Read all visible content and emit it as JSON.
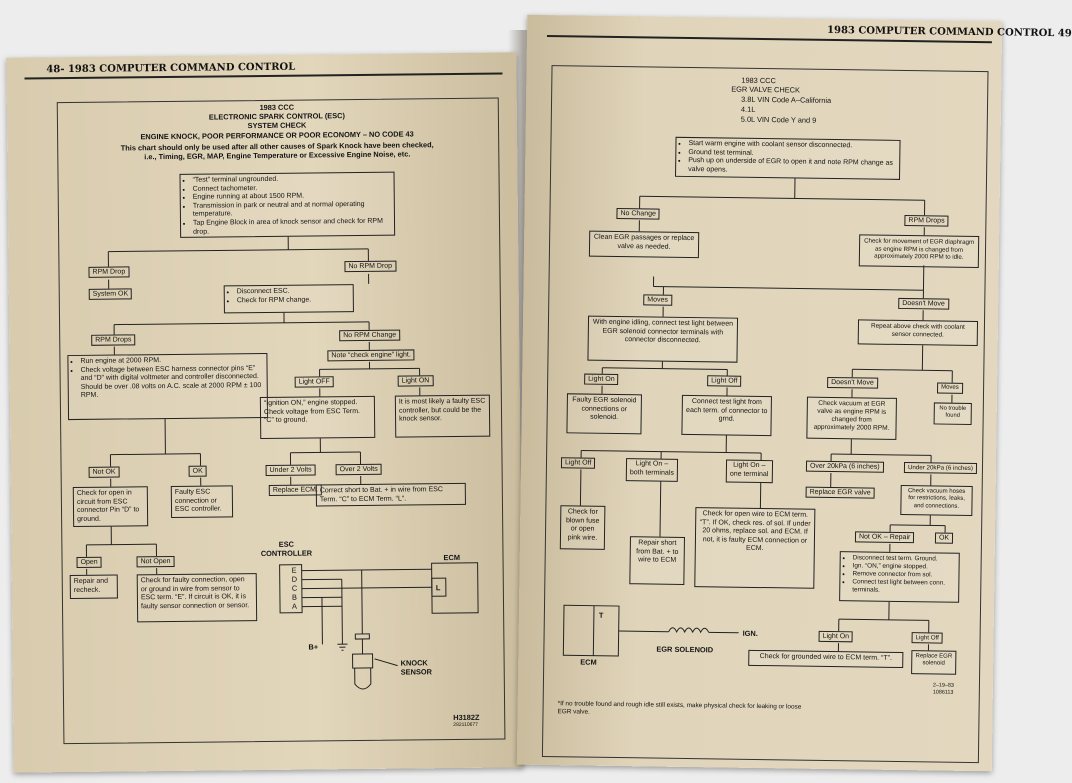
{
  "left_page": {
    "header": "48-  1983 COMPUTER COMMAND CONTROL",
    "chart": {
      "year_label": "1983 CCC",
      "title_line1": "ELECTRONIC SPARK CONTROL (ESC)",
      "title_line2": "SYSTEM CHECK",
      "title_line3": "ENGINE KNOCK, POOR PERFORMANCE OR POOR ECONOMY – NO CODE 43",
      "intro_line1": "This chart should only be used after all other causes of Spark Knock have been checked,",
      "intro_line2": "i.e., Timing, EGR, MAP, Engine Temperature or Excessive Engine Noise, etc.",
      "start_box": [
        "“Test” terminal ungrounded.",
        "Connect tachometer.",
        "Engine running at about 1500 RPM.",
        "Transmission in park or neutral and at normal operating temperature.",
        "Tap Engine Block in area of knock sensor and check for RPM drop."
      ],
      "rpm_drop": "RPM Drop",
      "no_rpm_drop": "No RPM Drop",
      "system_ok": "System OK",
      "disconnect_box": [
        "Disconnect ESC.",
        "Check for RPM change."
      ],
      "rpm_drops": "RPM Drops",
      "no_rpm_change": "No RPM Change",
      "run_engine_box": [
        "Run engine at 2000 RPM.",
        "Check voltage between ESC harness connector pins “E” and “D” with digital voltmeter and controller disconnected. Should be over .08 volts on A.C. scale at 2000 RPM ± 100 RPM."
      ],
      "note_check_engine": "Note “check engine” light.",
      "light_off": "Light OFF",
      "light_on": "Light ON",
      "ignition_on_box": "“Ignition ON,” engine stopped. Check voltage from ESC Term. “C” to ground.",
      "likely_box": "It is most likely a faulty ESC controller, but could be the knock sensor.",
      "not_ok": "Not OK",
      "ok": "OK",
      "under_2_volts": "Under 2 Volts",
      "over_2_volts": "Over 2 Volts",
      "check_open_box": "Check for open in circuit from ESC connector Pin “D” to ground.",
      "faulty_esc_box": "Faulty ESC connection or ESC controller.",
      "replace_ecm": "Replace ECM.",
      "correct_short_box": "Correct short to Bat. + in wire from ESC Term. “C” to ECM Term. “L”.",
      "open": "Open",
      "not_open": "Not Open",
      "repair_box": "Repair and recheck.",
      "check_faulty_box": "Check for faulty connection, open or ground in wire from sensor to ESC term. “E”. If circuit is OK, it is faulty sensor connection or sensor.",
      "esc_controller": "ESC\nCONTROLLER",
      "esc_pins": [
        "E",
        "D",
        "C",
        "B",
        "A"
      ],
      "ecm": "ECM",
      "ecm_term": "L",
      "b_plus": "B+",
      "knock_sensor": "KNOCK\nSENSOR",
      "chart_code": "H3182Z",
      "chart_code_small": "282110677"
    }
  },
  "right_page": {
    "header": "1983 COMPUTER COMMAND CONTROL  49",
    "chart": {
      "year_label": "1983 CCC",
      "title": "EGR VALVE CHECK",
      "engines": [
        "3.8L VIN Code A–California",
        "4.1L",
        "5.0L VIN Code Y and 9"
      ],
      "start_box": [
        "Start warm engine with coolant sensor disconnected.",
        "Ground test terminal.",
        "Push up on underside of EGR to open it and note RPM change as valve opens."
      ],
      "no_change": "No Change",
      "rpm_drops": "RPM Drops",
      "clean_egr_box": "Clean EGR passages or replace valve as needed.",
      "check_movement_box": "Check for movement of EGR diaphragm as engine RPM is changed from approximately 2000 RPM to idle.",
      "moves": "Moves",
      "doesnt_move": "Doesn't Move",
      "idling_box": "With engine idling, connect test light between EGR solenoid connector terminals with connector disconnected.",
      "repeat_box": "Repeat above check with coolant sensor connected.",
      "light_on": "Light On",
      "light_off": "Light Off",
      "doesnt_move2": "Doesn't Move",
      "moves2": "Moves",
      "faulty_solenoid_box": "Faulty EGR solenoid connections or solenoid.",
      "connect_test_box": "Connect test light from each term. of connector to grnd.",
      "check_vacuum_box": "Check vacuum at EGR valve as engine RPM is changed from approximately 2000 RPM.",
      "no_trouble_box": "No trouble found",
      "light_off2": "Light Off",
      "light_on_both": "Light On –\nboth terminals",
      "light_on_one": "Light On –\none terminal",
      "over_20kpa": "Over 20kPa (6 inches)",
      "under_20kpa": "Under 20kPa (6 inches)",
      "blown_fuse_box": "Check for blown fuse or open pink wire.",
      "repair_short_box": "Repair short from Bat. + to wire to ECM",
      "check_open_wire_box": "Check for open wire to ECM term. “T”. If OK, check res. of sol. If under 20 ohms, replace sol. and ECM. If not, it is faulty ECM connection or ECM.",
      "replace_egr": "Replace EGR valve",
      "check_hoses_box": "Check vacuum hoses for restrictions, leaks, and connections.",
      "not_ok_repair": "Not OK – Repair",
      "ok": "OK",
      "disconnect_box": [
        "Disconnect test term. Ground.",
        "Ign. “ON,” engine stopped.",
        "Remove connector from sol.",
        "Connect test light between conn. terminals."
      ],
      "light_on3": "Light On",
      "light_off3": "Light Off",
      "check_grounded_box": "Check for grounded wire to ECM term. “T”.",
      "replace_solenoid_box": "Replace EGR solenoid",
      "ecm": "ECM",
      "ecm_term": "T",
      "ign": "IGN.",
      "egr_solenoid": "EGR SOLENOID",
      "footnote": "*If no trouble found and rough idle still exists, make physical check for leaking or loose EGR valve.",
      "chart_code": "2–19–83",
      "chart_code_small": "1086113"
    }
  }
}
